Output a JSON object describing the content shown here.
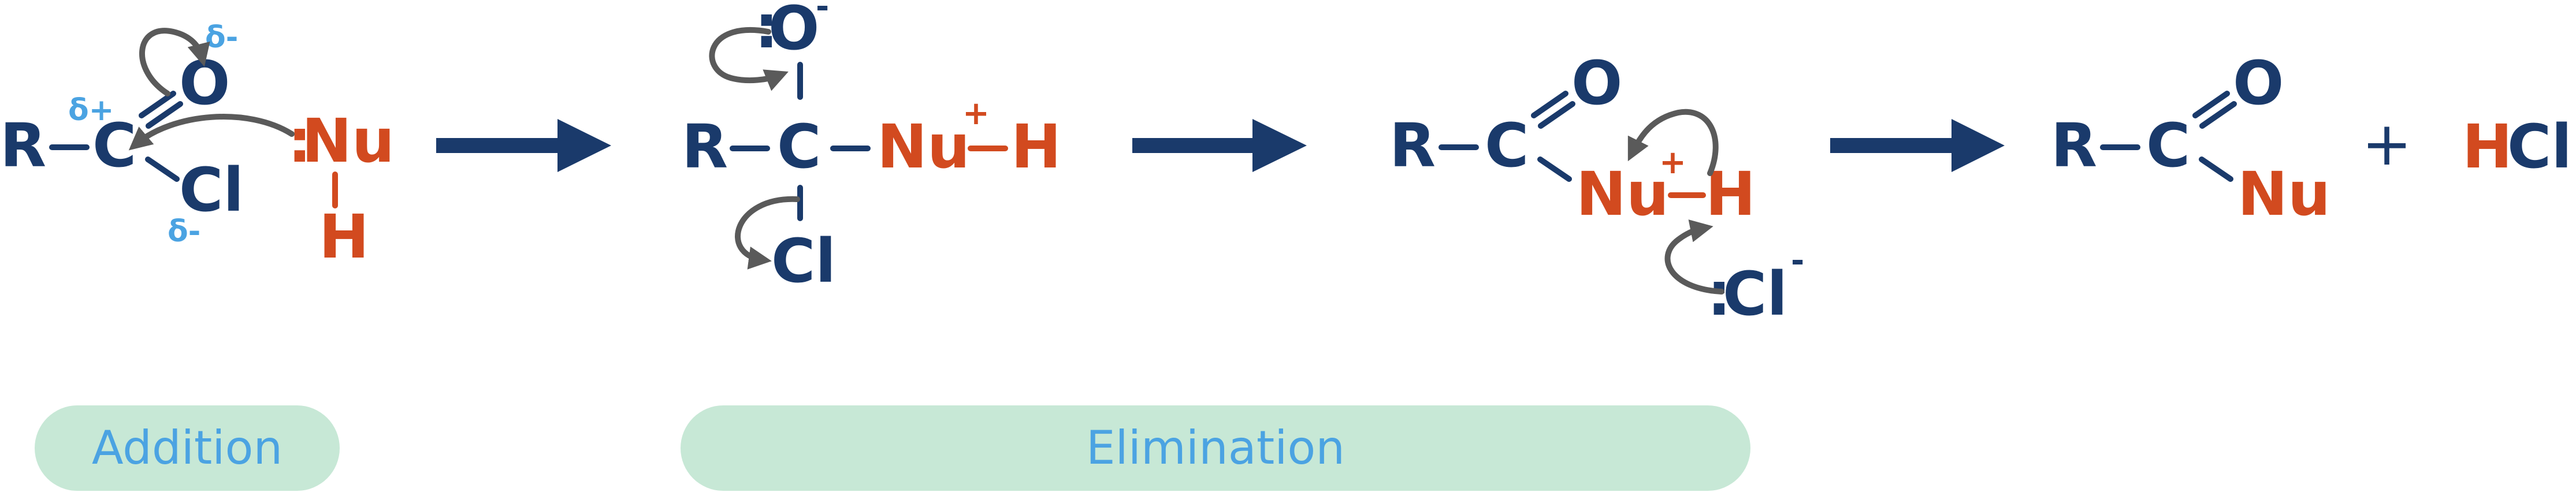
{
  "colors": {
    "structure": "#1a3a6b",
    "nucleophile": "#d24a1f",
    "partial_charge": "#4ba3e2",
    "pill_fill": "#c7e8d6",
    "pill_text": "#4ba3e2",
    "arrow": "#1a3a6b",
    "curly_arrow": "#5a5a5a"
  },
  "atoms": {
    "R": "R",
    "C": "C",
    "O": "O",
    "Cl": "Cl",
    "Nu": "Nu",
    "H": "H",
    "HCl_H": "H",
    "HCl_Cl": "Cl"
  },
  "charges": {
    "delta_minus": "δ-",
    "delta_plus": "δ+",
    "plus": "+",
    "minus": "-",
    "lone_pair": ":"
  },
  "plus_sign": "+",
  "labels": {
    "addition": "Addition",
    "elimination": "Elimination"
  },
  "icons": {
    "reaction_arrow": "right-arrow-icon",
    "curly_arrow": "curved-arrow-icon"
  }
}
